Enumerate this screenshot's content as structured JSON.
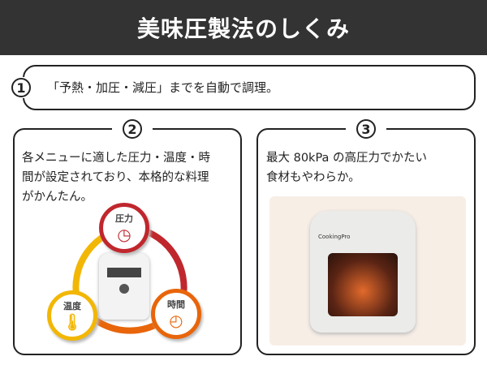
{
  "header": {
    "title": "美味圧製法のしくみ"
  },
  "step1": {
    "num": "1",
    "text": "「予熱・加圧・減圧」までを自動で調理。"
  },
  "step2": {
    "num": "2",
    "text_lines": [
      "各メニューに適した圧力・温度・時",
      "間が設定されており、本格的な料理",
      "がかんたん。"
    ],
    "badges": {
      "pressure": "圧力",
      "temperature": "温度",
      "time": "時間"
    }
  },
  "step3": {
    "num": "3",
    "text_lines": [
      "最大 80kPa の高圧力でかたい",
      "食材もやわらか。"
    ],
    "brand": "CookingPro"
  },
  "colors": {
    "red": "#c0272d",
    "yellow": "#f2b705",
    "orange": "#e8650a",
    "header": "#333333"
  }
}
